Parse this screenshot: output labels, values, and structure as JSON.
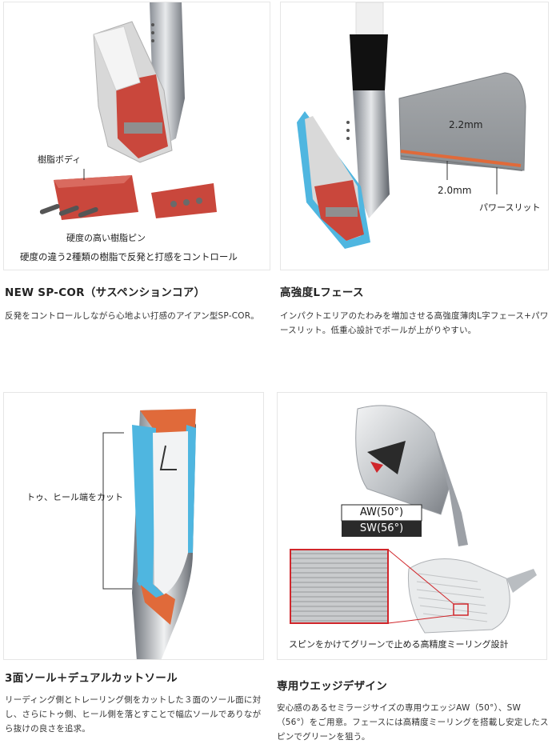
{
  "panels": {
    "sp_cor": {
      "label_resin_body": "樹脂ボディ",
      "label_hard_pin": "硬度の高い樹脂ピン",
      "caption": "硬度の違う2種類の樹脂で反発と打感をコントロール"
    },
    "l_face": {
      "dim_top": "2.2mm",
      "dim_bottom": "2.0mm",
      "label_slit": "パワースリット"
    },
    "sole": {
      "label_cut": "トゥ、ヒール端をカット"
    },
    "wedge": {
      "badge_aw": "AW(50°)",
      "badge_sw": "SW(56°)",
      "caption": "スピンをかけてグリーンで止める高精度ミーリング設計"
    }
  },
  "sections": {
    "sp_cor": {
      "title": "NEW SP-COR（サスペンションコア）",
      "body": "反発をコントロールしながら心地よい打感のアイアン型SP-COR。"
    },
    "l_face": {
      "title": "高強度Lフェース",
      "body": "インパクトエリアのたわみを増加させる高強度薄肉L字フェース+パワースリット。低重心設計でボールが上がりやすい。"
    },
    "sole": {
      "title": "3面ソール＋デュアルカットソール",
      "body": "リーディング側とトレーリング側をカットした３面のソール面に対し、さらにトゥ側、ヒール側を落とすことで幅広ソールでありながら抜けの良さを追求。"
    },
    "wedge": {
      "title": "専用ウエッジデザイン",
      "body": "安心感のあるセミラージサイズの専用ウエッジAW（50°）、SW（56°）をご用意。フェースには高精度ミーリングを搭載し安定したスピンでグリーンを狙う。"
    }
  },
  "colors": {
    "resin_red": "#c9473c",
    "face_blue": "#4fb6e0",
    "slit_orange": "#e06a3a",
    "callout_red": "#d0262b"
  }
}
